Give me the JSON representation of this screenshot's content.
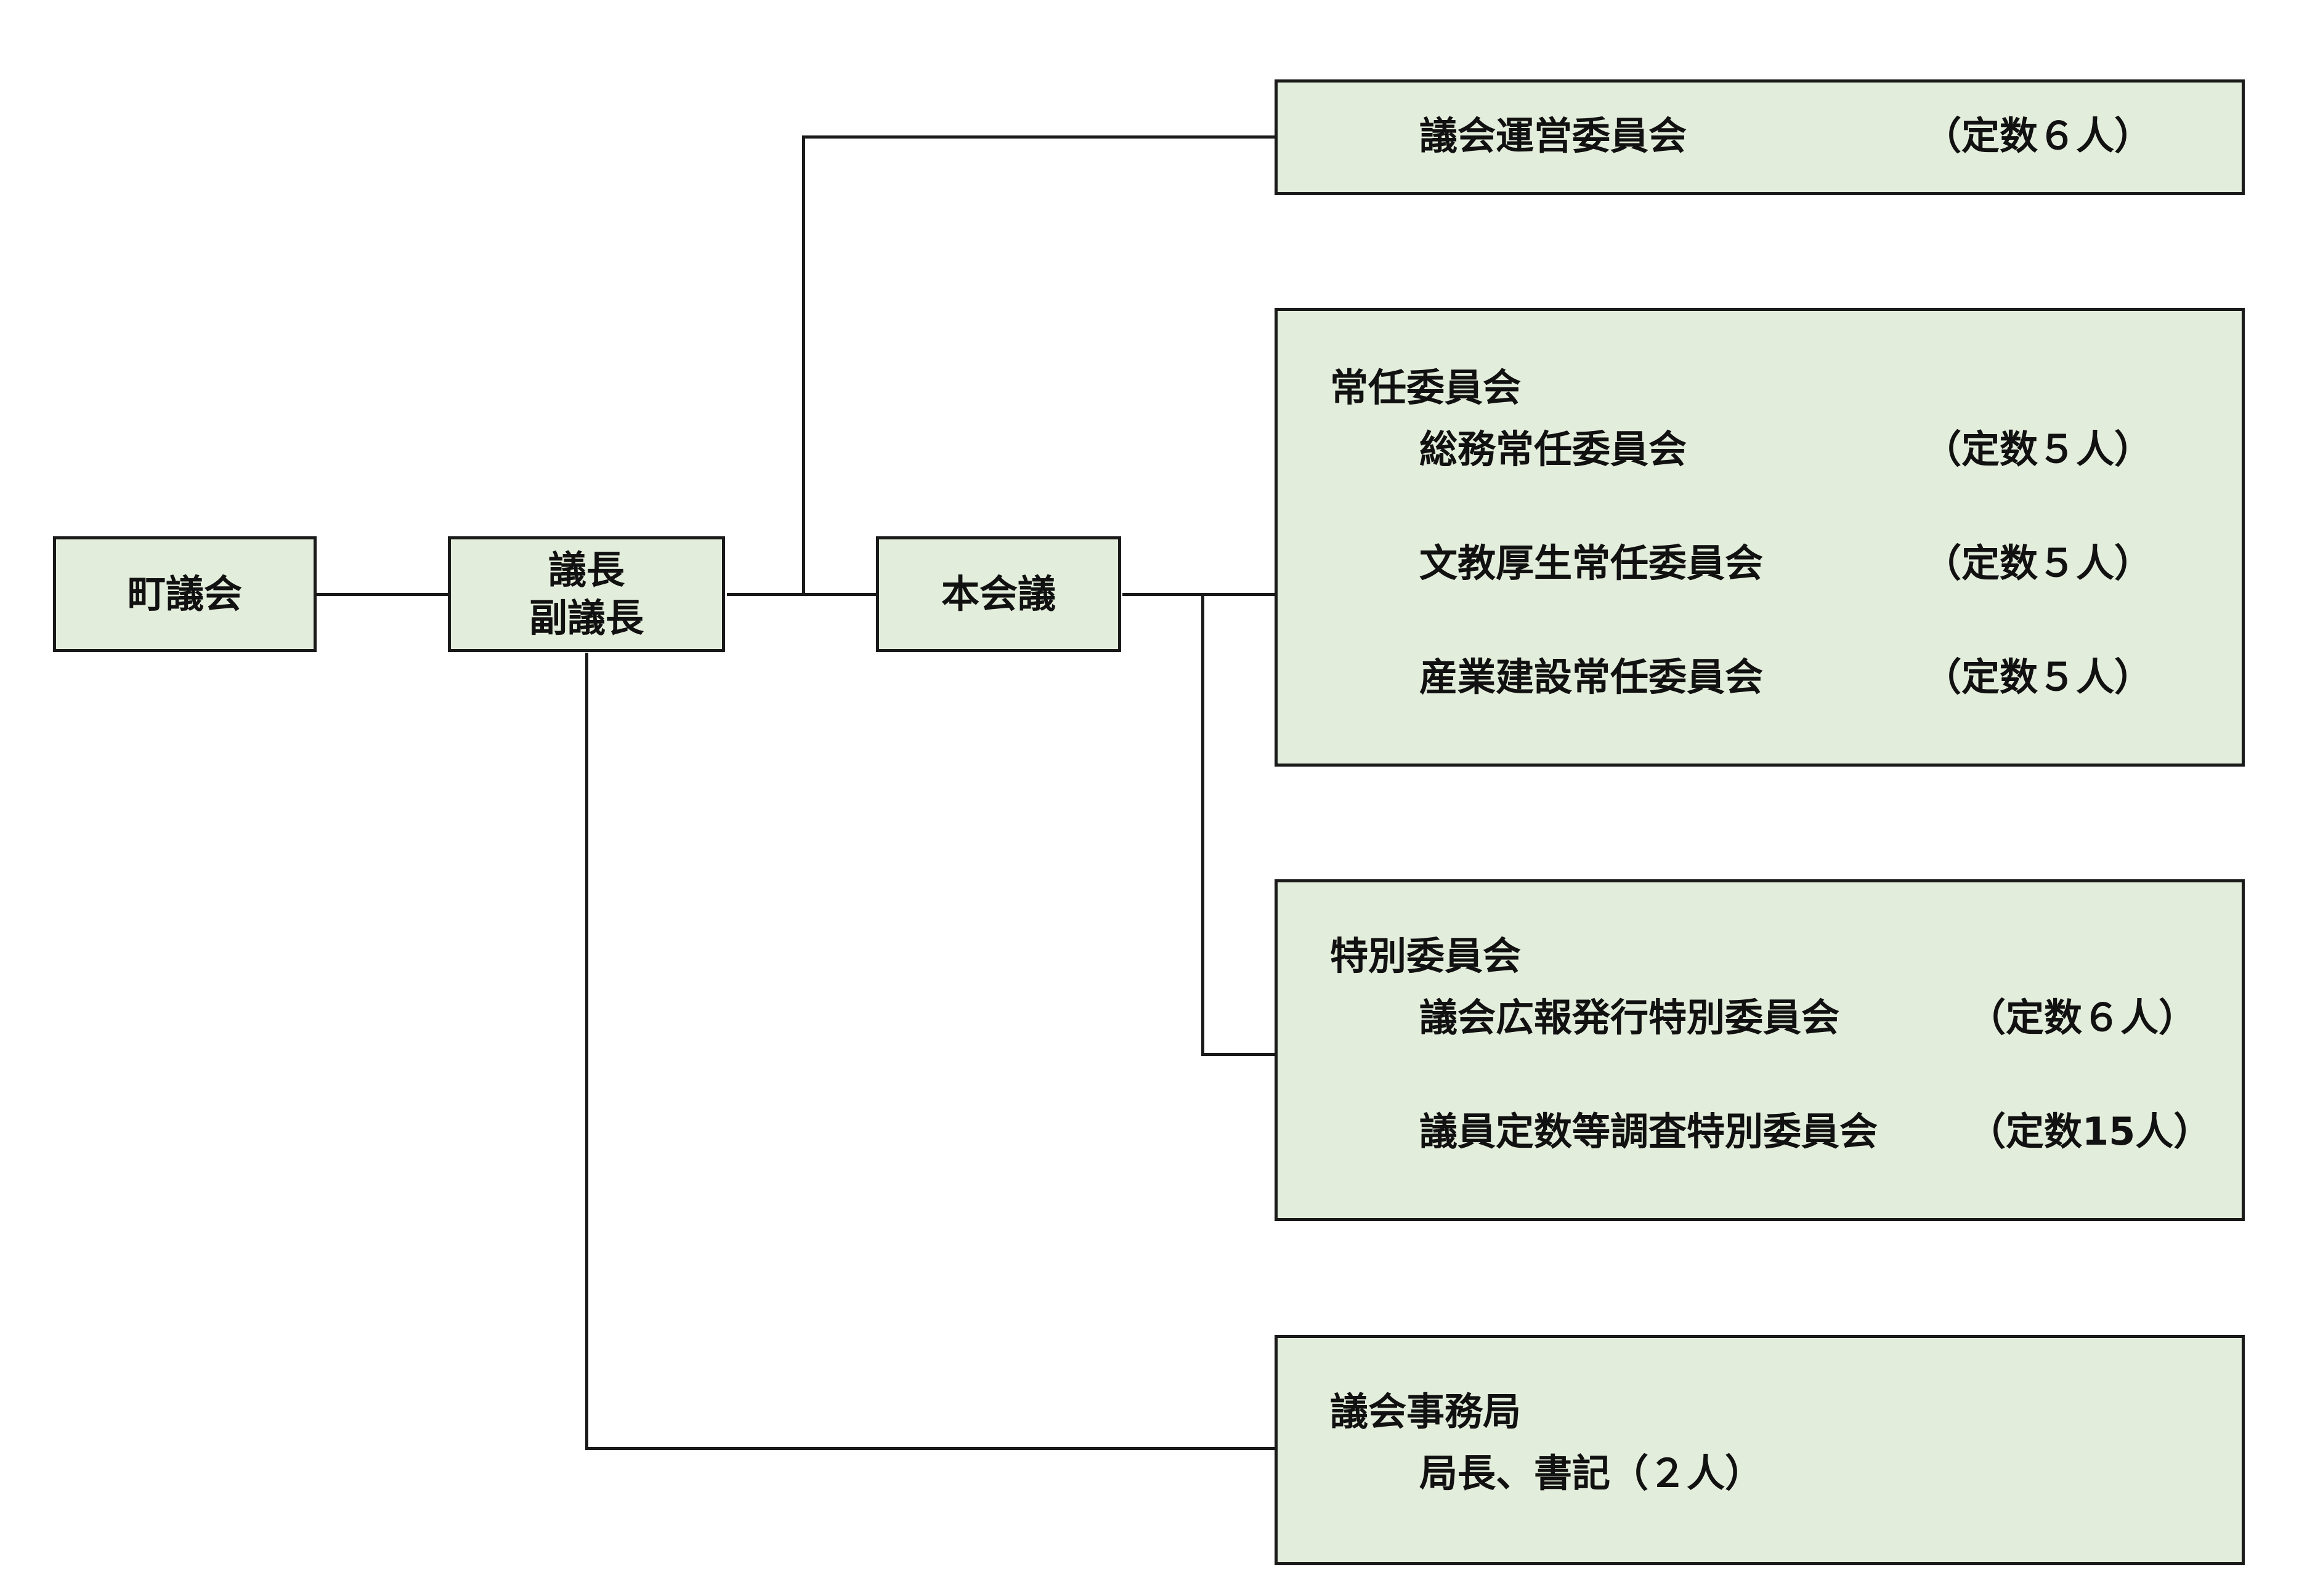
{
  "diagram": {
    "council": "町議会",
    "chair": {
      "line1": "議長",
      "line2": "副議長"
    },
    "plenary": "本会議",
    "steering": {
      "name": "議会運営委員会",
      "quota": "（定数６人）"
    },
    "standing": {
      "header": "常任委員会",
      "items": [
        {
          "name": "総務常任委員会",
          "quota": "（定数５人）"
        },
        {
          "name": "文教厚生常任委員会",
          "quota": "（定数５人）"
        },
        {
          "name": "産業建設常任委員会",
          "quota": "（定数５人）"
        }
      ]
    },
    "special": {
      "header": "特別委員会",
      "items": [
        {
          "name": "議会広報発行特別委員会",
          "quota": "（定数６人）"
        },
        {
          "name": "議員定数等調査特別委員会",
          "quota": "（定数15人）"
        }
      ]
    },
    "secretariat": {
      "header": "議会事務局",
      "staff": "局長、書記（２人）"
    }
  }
}
